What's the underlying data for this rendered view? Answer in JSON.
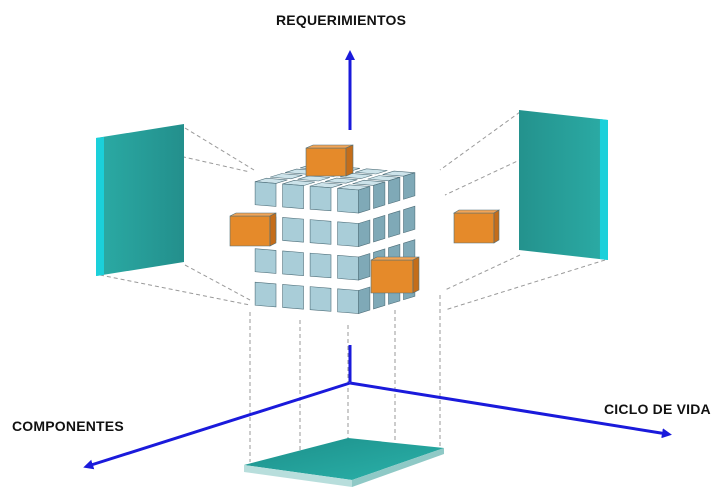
{
  "labels": {
    "top": "REQUERIMIENTOS",
    "left": "COMPONENTES",
    "right": "CICLO DE VIDA"
  },
  "colors": {
    "axis": "#1a1adb",
    "panel_teal": "#2aa9a3",
    "panel_edge": "#19c9d6",
    "cube_face": "#a9cdd8",
    "cube_top": "#cde3ea",
    "cube_side": "#7fa9b7",
    "highlight": "#e58a2a",
    "projection": "#9a9a9a"
  }
}
